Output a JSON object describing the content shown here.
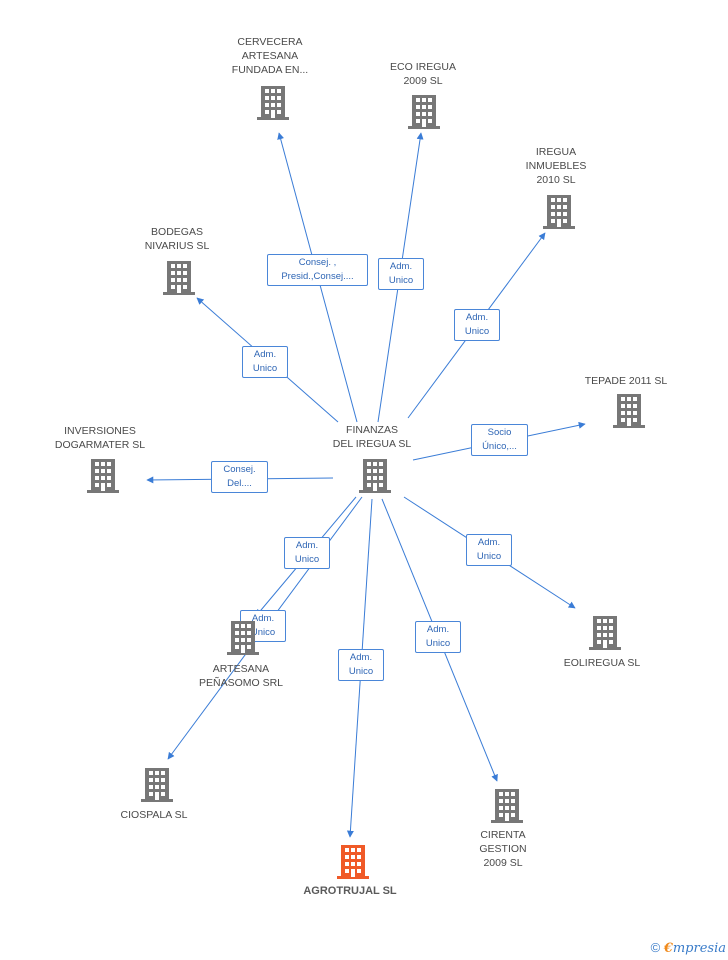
{
  "colors": {
    "building": "#777777",
    "building_highlight": "#f05a28",
    "edge": "#3a7cd6",
    "label_border": "#4a86d8",
    "label_text": "#2f66b5"
  },
  "nodes": {
    "finanzas": {
      "label": "FINANZAS\nDEL IREGUA SL",
      "highlight": false
    },
    "cervecera": {
      "label": "CERVECERA\nARTESANA\nFUNDADA EN...",
      "highlight": false
    },
    "eco_iregua": {
      "label": "ECO IREGUA\n2009 SL",
      "highlight": false
    },
    "iregua_inmuebles": {
      "label": "IREGUA\nINMUEBLES\n2010 SL",
      "highlight": false
    },
    "bodegas": {
      "label": "BODEGAS\nNIVARIUS  SL",
      "highlight": false
    },
    "tepade": {
      "label": "TEPADE 2011 SL",
      "highlight": false
    },
    "inversiones": {
      "label": "INVERSIONES\nDOGARMATER SL",
      "highlight": false
    },
    "artesana": {
      "label": "ARTESANA\nPEÑASOMO SRL",
      "highlight": false
    },
    "eoliregua": {
      "label": "EOLIREGUA SL",
      "highlight": false
    },
    "ciospala": {
      "label": "CIOSPALA SL",
      "highlight": false
    },
    "agrotrujal": {
      "label": "AGROTRUJAL SL",
      "highlight": true
    },
    "cirenta": {
      "label": "CIRENTA\nGESTION\n2009 SL",
      "highlight": false
    }
  },
  "edges": {
    "cervecera": "Consej. ,\nPresid.,Consej....",
    "eco_iregua": "Adm.\nUnico",
    "iregua_inmuebles": "Adm.\nUnico",
    "bodegas": "Adm.\nUnico",
    "tepade": "Socio\nÚnico,...",
    "inversiones": "Consej.\nDel....",
    "artesana": "Adm.\nUnico",
    "ciospala": "Adm.\nUnico",
    "agrotrujal": "Adm.\nUnico",
    "cirenta": "Adm.\nUnico",
    "eoliregua": "Adm.\nUnico"
  },
  "footer": {
    "copyright": "©",
    "brand_first": "€",
    "brand_rest": "mpresia"
  }
}
